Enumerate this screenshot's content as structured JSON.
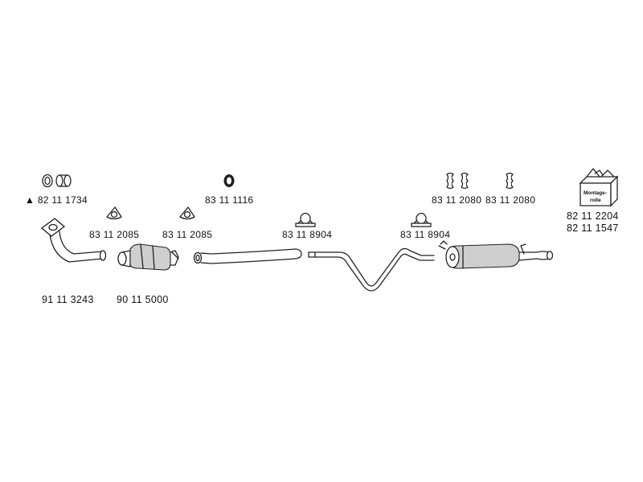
{
  "parts": {
    "gasket_set": {
      "marker": "▲",
      "number": "82 11 1734",
      "icon": "gasket-rings-icon"
    },
    "ring_gasket": {
      "number": "83 11 1116",
      "icon": "ring-gasket-icon"
    },
    "rubber_hanger_a": {
      "number": "83 11 2080",
      "icon": "rubber-hanger-icon"
    },
    "rubber_hanger_b": {
      "number": "83 11 2080",
      "icon": "rubber-hanger-icon"
    },
    "flange_gasket_a": {
      "number": "83 11 2085",
      "icon": "triangular-flange-gasket-icon"
    },
    "flange_gasket_b": {
      "number": "83 11 2085",
      "icon": "triangular-flange-gasket-icon"
    },
    "clamp_a": {
      "number": "83 11 8904",
      "icon": "pipe-clamp-icon"
    },
    "clamp_b": {
      "number": "83 11 8904",
      "icon": "pipe-clamp-icon"
    },
    "front_pipe": {
      "number": "91 11 3243",
      "icon": "front-pipe-icon"
    },
    "catalytic_converter": {
      "number": "90 11 5000",
      "icon": "catalytic-converter-icon"
    },
    "mounting_kit": {
      "numbers": [
        "82 11 2204",
        "82 11 1547"
      ],
      "box_label_line1": "Montage-",
      "box_label_line2": "rolle",
      "icon": "mounting-kit-box-icon"
    }
  },
  "colors": {
    "line": "#222222",
    "background": "#ffffff"
  }
}
